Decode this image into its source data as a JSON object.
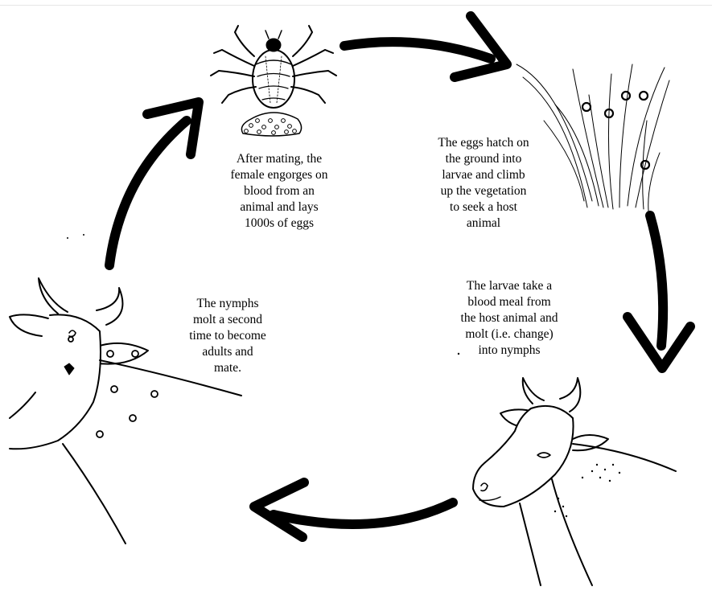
{
  "diagram": {
    "steps": [
      {
        "id": "mating",
        "caption": "After mating, the\nfemale engorges on\nblood from an\nanimal and lays\n1000s of eggs",
        "illustration": "engorged-female-tick"
      },
      {
        "id": "eggs-hatch",
        "caption": "The eggs hatch on\nthe ground into\nlarvae and climb\nup the vegetation\nto seek a host\nanimal",
        "illustration": "larvae-on-grass"
      },
      {
        "id": "larvae-feed",
        "caption": "The larvae take a\nblood meal from\nthe host animal and\nmolt (i.e. change)\ninto nymphs",
        "illustration": "cow-head-with-larvae"
      },
      {
        "id": "nymphs-molt",
        "caption": "The nymphs\nmolt a second\ntime to become\nadults and\nmate.",
        "illustration": "cow-head-with-nymphs"
      }
    ],
    "arrows": [
      {
        "from": "mating",
        "to": "eggs-hatch"
      },
      {
        "from": "eggs-hatch",
        "to": "larvae-feed"
      },
      {
        "from": "larvae-feed",
        "to": "nymphs-molt"
      },
      {
        "from": "nymphs-molt",
        "to": "mating"
      }
    ],
    "colors": {
      "ink": "#000000",
      "background": "#ffffff"
    }
  }
}
